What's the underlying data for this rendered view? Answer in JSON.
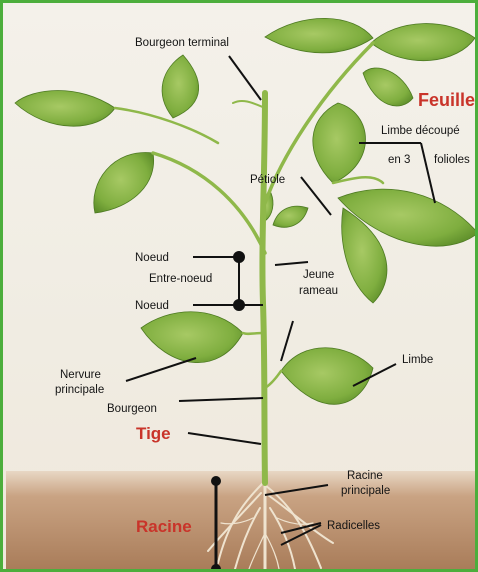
{
  "labels": {
    "feuille": "Feuille",
    "bourgeon_terminal": "Bourgeon terminal",
    "limbe_decoupe": "Limbe découpé",
    "en_3": "en 3",
    "folioles": "folioles",
    "petiole": "Pétiole",
    "noeud_1": "Noeud",
    "entre_noeud": "Entre-noeud",
    "noeud_2": "Noeud",
    "jeune": "Jeune",
    "rameau": "rameau",
    "nervure": "Nervure",
    "principale": "principale",
    "limbe": "Limbe",
    "bourgeon": "Bourgeon",
    "tige": "Tige",
    "racine_line1": "Racine",
    "racine_line2": "principale",
    "radicelles": "Radicelles",
    "racine": "Racine"
  },
  "colors": {
    "big_label": "#c9342a",
    "leaf": "#7fae3f",
    "stem": "#8fb84a",
    "soil": "#b98c6a",
    "frame": "#4cae3c"
  }
}
